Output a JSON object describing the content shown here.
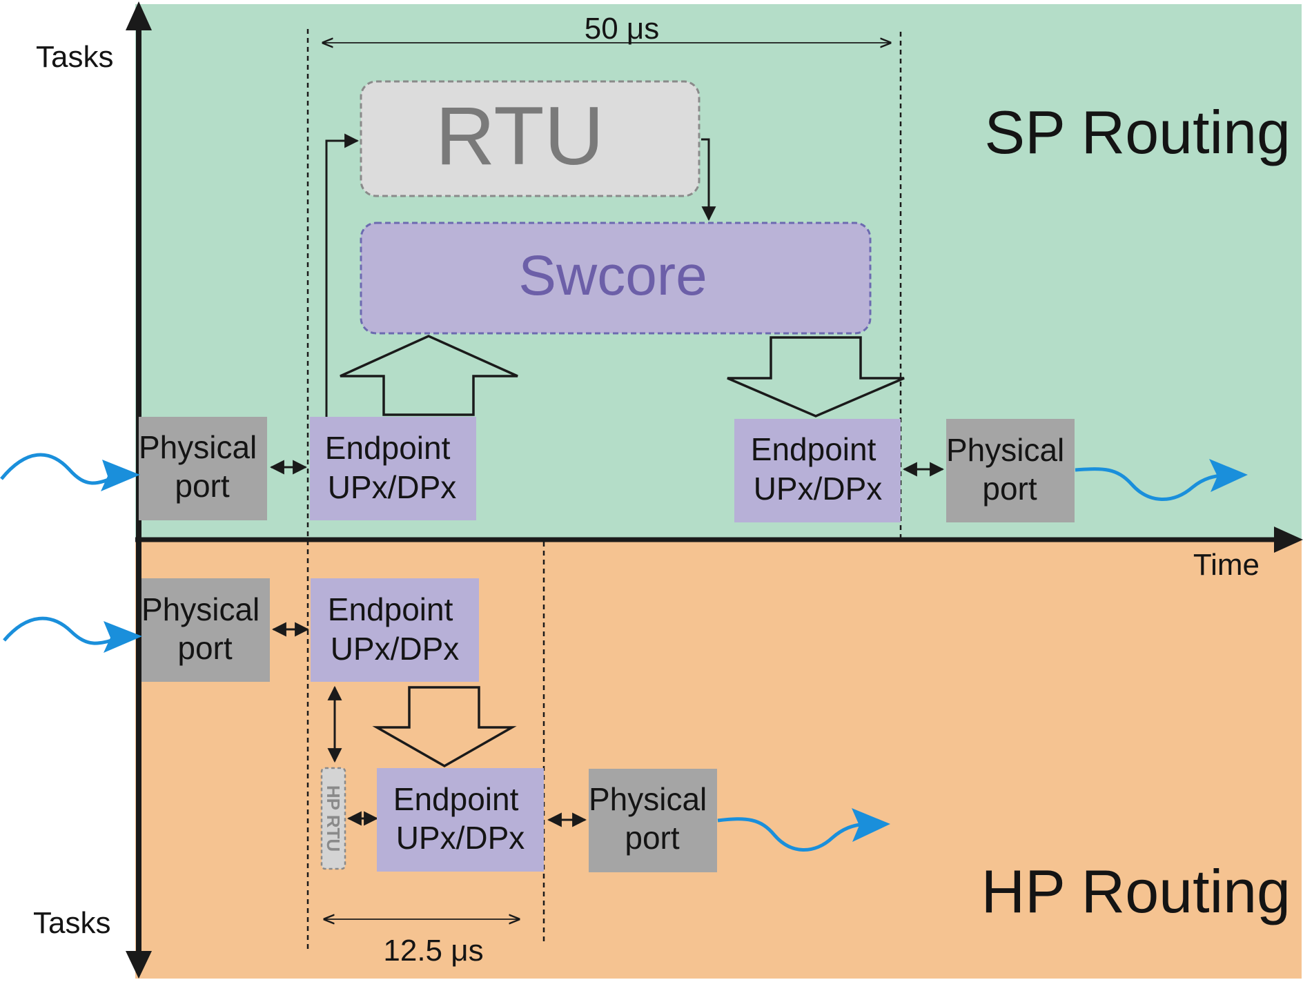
{
  "axes": {
    "time_label": "Time",
    "tasks_label_top": "Tasks",
    "tasks_label_bottom": "Tasks"
  },
  "sp_section": {
    "title": "SP Routing",
    "duration_label": "50 μs",
    "rtu_label": "RTU",
    "swcore_label": "Swcore",
    "physical_port_in": [
      "Physical",
      "port"
    ],
    "endpoint_in": [
      "Endpoint",
      "UPx/DPx"
    ],
    "endpoint_out": [
      "Endpoint",
      "UPx/DPx"
    ],
    "physical_port_out": [
      "Physical",
      "port"
    ]
  },
  "hp_section": {
    "title": "HP Routing",
    "duration_label": "12.5 μs",
    "hp_rtu_label": "HP RTU",
    "physical_port_in": [
      "Physical",
      "port"
    ],
    "endpoint_in": [
      "Endpoint",
      "UPx/DPx"
    ],
    "endpoint_out": [
      "Endpoint",
      "UPx/DPx"
    ],
    "physical_port_out": [
      "Physical",
      "port"
    ]
  },
  "colors": {
    "sp_background": "#b4ddc8",
    "hp_background": "#f5c391",
    "physical_port_fill": "#a5a5a5",
    "endpoint_fill": "#b7b0d7",
    "rtu_fill": "#dcdcdc",
    "rtu_text": "#7a7a7a",
    "swcore_fill": "#bab3d7",
    "swcore_text": "#6c5fa8",
    "signal_wave": "#1a8fdb",
    "axis": "#1a1a1a"
  }
}
